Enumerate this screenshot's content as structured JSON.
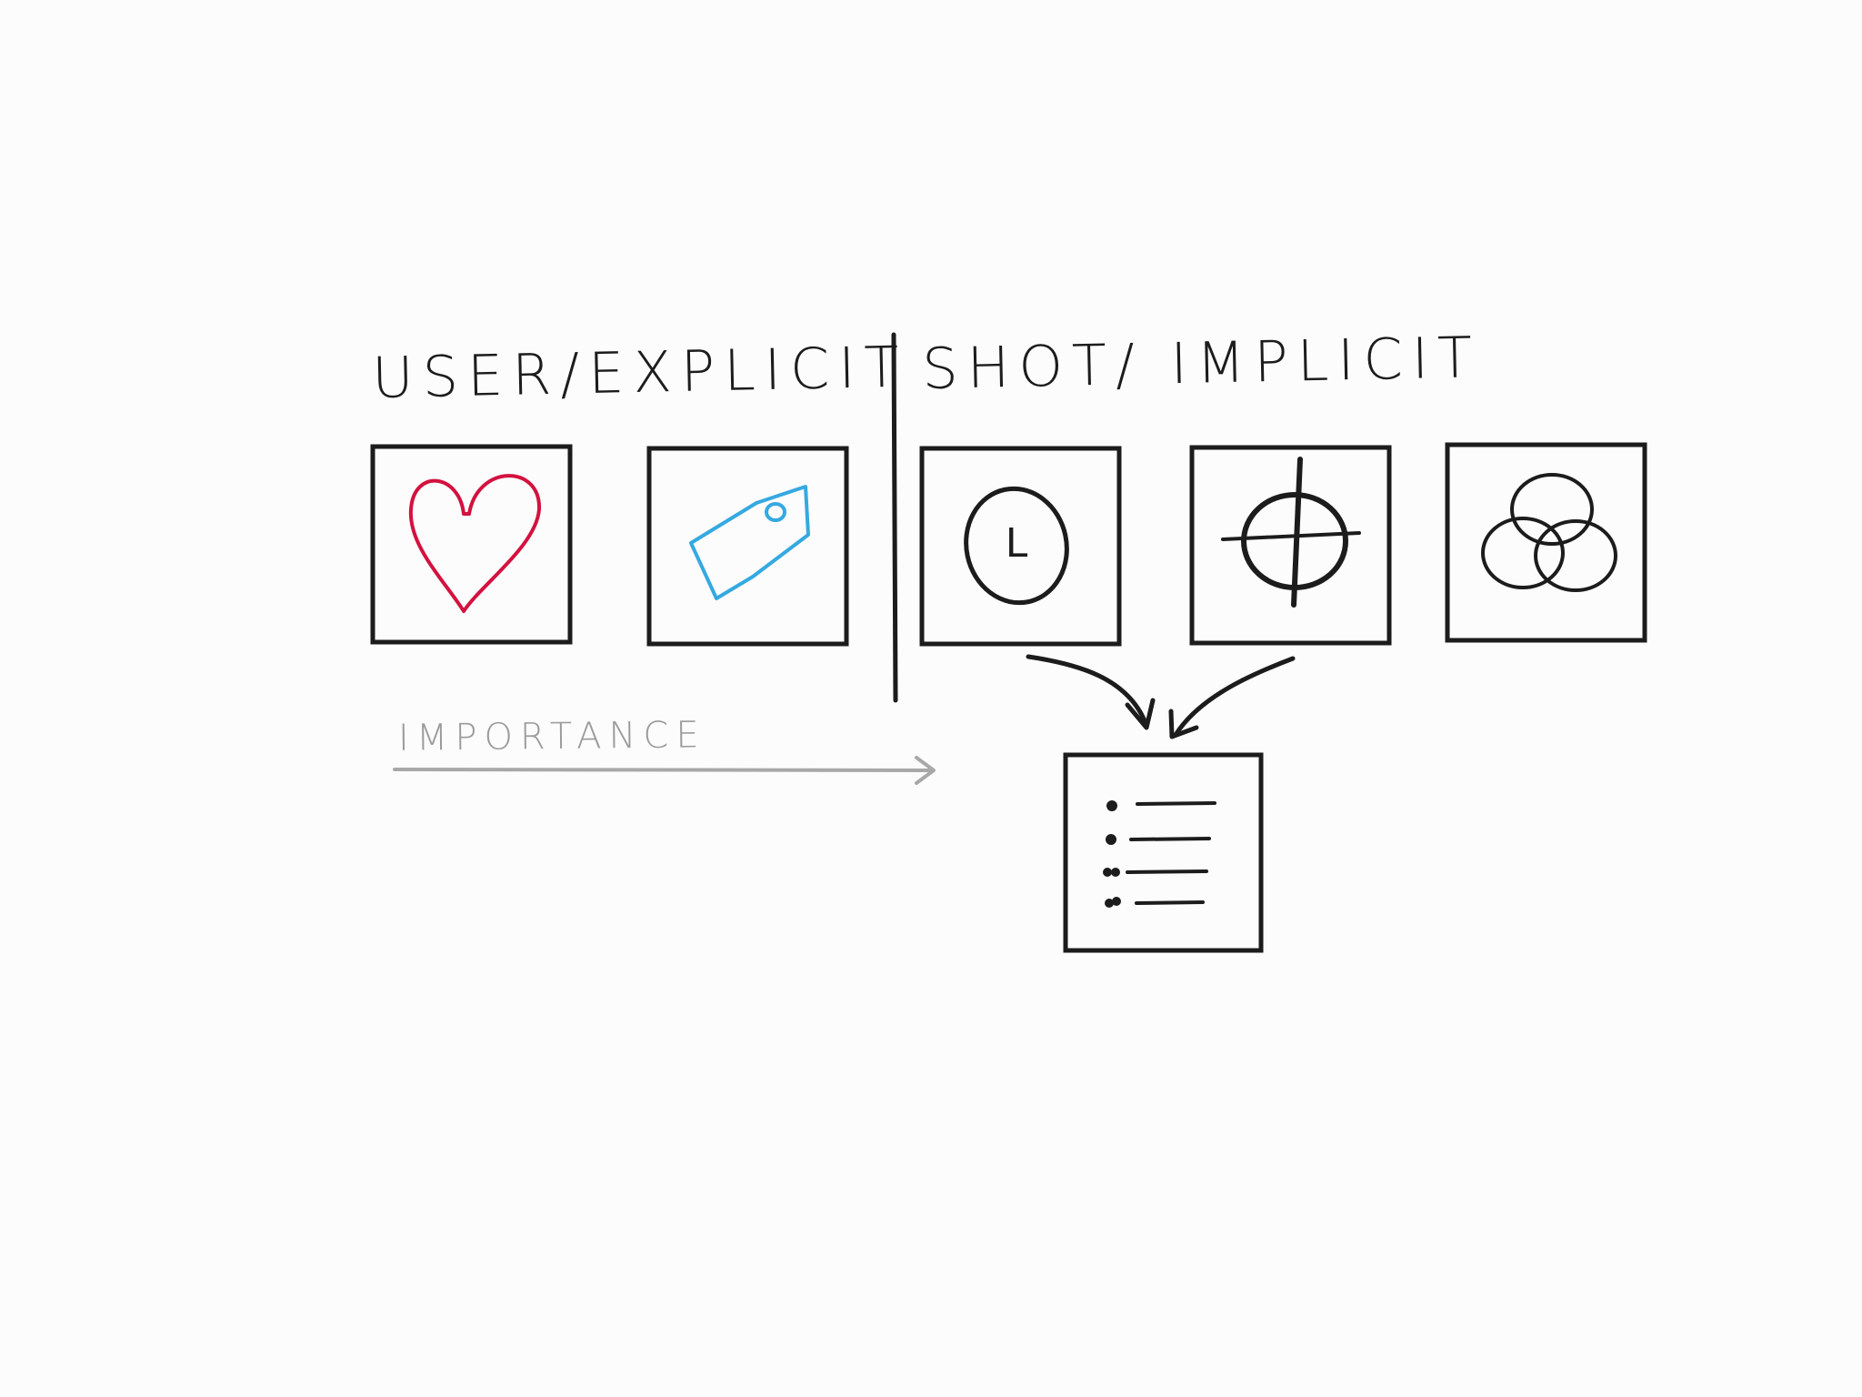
{
  "diagram": {
    "left_group": {
      "label": "USER/EXPLICIT",
      "items": [
        {
          "icon": "heart-icon",
          "color": "#d3123f"
        },
        {
          "icon": "tag-icon",
          "color": "#35a9e1"
        }
      ]
    },
    "right_group": {
      "label": "SHOT/ IMPLICIT",
      "items": [
        {
          "icon": "clock-l-icon",
          "glyph": "L"
        },
        {
          "icon": "crosshair-icon"
        },
        {
          "icon": "venn-circles-icon"
        }
      ]
    },
    "importance_label": "IMPORTANCE",
    "output": {
      "icon": "ranked-list-icon"
    },
    "colors": {
      "ink": "#1c1c1c",
      "heart": "#d3123f",
      "tag": "#35a9e1",
      "arrow_gray": "#a8a8a8"
    }
  }
}
